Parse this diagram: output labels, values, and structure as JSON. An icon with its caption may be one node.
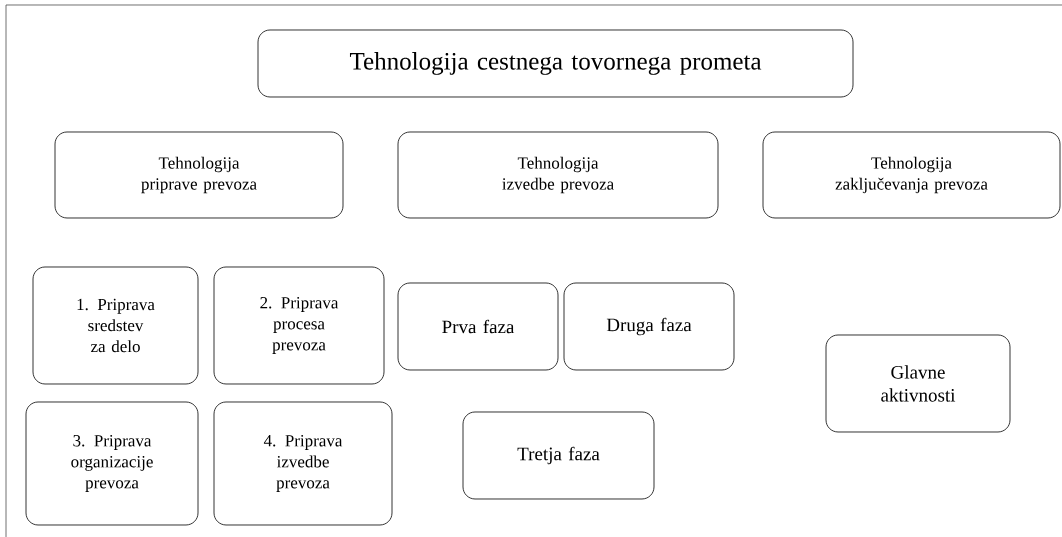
{
  "diagram": {
    "nodes": [
      {
        "text": [
          "Tehnologija cestnega tovornega prometa"
        ]
      },
      {
        "text": [
          "Tehnologija priprave prevoza"
        ]
      },
      {
        "text": [
          "Tehnologija izvedbe prevoza"
        ]
      },
      {
        "text": [
          "Tehnologija zaključevanja prevoza"
        ]
      },
      {
        "text": [
          "1. Priprava sredstev za delo"
        ]
      },
      {
        "text": [
          "2. Priprava procesa prevoza"
        ]
      },
      {
        "text": [
          "Prva faza"
        ]
      },
      {
        "text": [
          "Druga faza"
        ]
      },
      {
        "text": [
          "Glavne aktivnosti"
        ]
      },
      {
        "text": [
          "3. Priprava organizacije prevoza"
        ]
      },
      {
        "text": [
          "4. Priprava izvedbe prevoza"
        ]
      },
      {
        "text": [
          "Tretja faza"
        ]
      }
    ]
  }
}
